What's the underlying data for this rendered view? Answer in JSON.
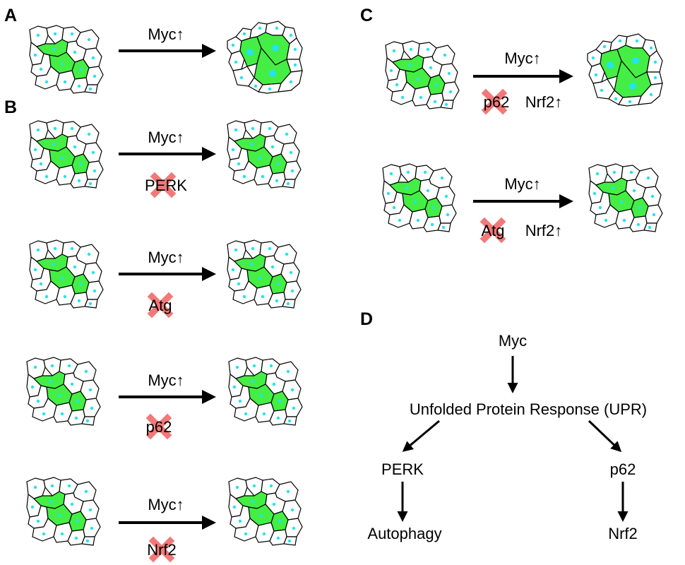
{
  "panels": {
    "a": {
      "label": "A"
    },
    "b": {
      "label": "B"
    },
    "c": {
      "label": "C"
    },
    "d": {
      "label": "D"
    }
  },
  "colors": {
    "cell_fill": "#ffffff",
    "cell_outline": "#000000",
    "nucleus": "#22e4f0",
    "clone": "#44ee44",
    "knockout_x": "#f26a6a",
    "arrow": "#000000"
  },
  "rows": [
    {
      "id": "a1",
      "top_label": "Myc↑",
      "bottom_label": "",
      "knockout": "",
      "outcome": "overgrowth"
    },
    {
      "id": "b1",
      "top_label": "Myc↑",
      "bottom_label": "PERK",
      "knockout": "PERK",
      "outcome": "normal"
    },
    {
      "id": "b2",
      "top_label": "Myc↑",
      "bottom_label": "Atg",
      "knockout": "Atg",
      "outcome": "normal"
    },
    {
      "id": "b3",
      "top_label": "Myc↑",
      "bottom_label": "p62",
      "knockout": "p62",
      "outcome": "normal"
    },
    {
      "id": "b4",
      "top_label": "Myc↑",
      "bottom_label": "Nrf2",
      "knockout": "Nrf2",
      "outcome": "normal"
    },
    {
      "id": "c1",
      "top_label": "Myc↑",
      "bottom_label": "p62",
      "extra_label": "Nrf2↑",
      "knockout": "p62",
      "outcome": "overgrowth"
    },
    {
      "id": "c2",
      "top_label": "Myc↑",
      "bottom_label": "Atg",
      "extra_label": "Nrf2↑",
      "knockout": "Atg",
      "outcome": "normal"
    }
  ],
  "pathway": {
    "myc": "Myc",
    "upr": "Unfolded Protein Response (UPR)",
    "perk": "PERK",
    "p62": "p62",
    "autophagy": "Autophagy",
    "nrf2": "Nrf2"
  }
}
